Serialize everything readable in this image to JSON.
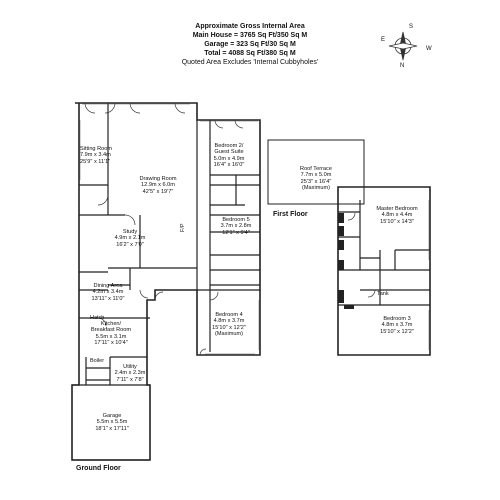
{
  "header": {
    "title": "Approximate Gross Internal Area",
    "main_house": "Main House = 3765 Sq Ft/350 Sq M",
    "garage": "Garage = 323 Sq Ft/30 Sq M",
    "total": "Total = 4088 Sq Ft/380 Sq M",
    "note": "Quoted Area Excludes 'Internal Cubbyholes'"
  },
  "compass": {
    "n": "N",
    "s": "S",
    "e": "E",
    "w": "W"
  },
  "floors": {
    "ground": "Ground Floor",
    "first": "First Floor"
  },
  "rooms": {
    "sitting": {
      "name": "Sitting Room",
      "metric": "7.9m x 3.4m",
      "imperial": "25'9\" x 11'1\""
    },
    "drawing": {
      "name": "Drawing Room",
      "metric": "12.9m x 6.0m",
      "imperial": "42'5\" x 19'7\""
    },
    "bed2": {
      "name": "Bedroom 2/",
      "name2": "Guest Suite",
      "metric": "5.0m x 4.9m",
      "imperial": "16'4\" x 16'0\""
    },
    "study": {
      "name": "Study",
      "metric": "4.9m x 2.1m",
      "imperial": "16'2\" x 7'0\""
    },
    "bed5": {
      "name": "Bedroom 5",
      "metric": "3.7m x 2.8m",
      "imperial": "12'1\" x 9'4\""
    },
    "dining": {
      "name": "Dining Area",
      "metric": "4.2m x 3.4m",
      "imperial": "13'11\" x 11'0\""
    },
    "kitchen": {
      "name": "Kitchen/",
      "name2": "Breakfast Room",
      "metric": "5.5m x 3.1m",
      "imperial": "17'11\" x 10'4\""
    },
    "bed4": {
      "name": "Bedroom 4",
      "metric": "4.8m x 3.7m",
      "imperial": "15'10\" x 12'2\"",
      "note": "(Maximum)"
    },
    "utility": {
      "name": "Utility",
      "metric": "2.4m x 2.3m",
      "imperial": "7'11\" x 7'8\""
    },
    "garage": {
      "name": "Garage",
      "metric": "5.5m x 5.5m",
      "imperial": "18'1\" x 17'11\""
    },
    "roof": {
      "name": "Roof Terrace",
      "metric": "7.7m x 5.0m",
      "imperial": "25'3\" x 16'4\"",
      "note": "(Maximum)"
    },
    "master": {
      "name": "Master Bedroom",
      "metric": "4.8m x 4.4m",
      "imperial": "15'10\" x 14'3\""
    },
    "bed3": {
      "name": "Bedroom 3",
      "metric": "4.8m x 3.7m",
      "imperial": "15'10\" x 12'2\""
    }
  },
  "labels": {
    "hatch": "Hatch",
    "boiler": "Boiler",
    "tank": "Tank",
    "fp": "F/P"
  }
}
